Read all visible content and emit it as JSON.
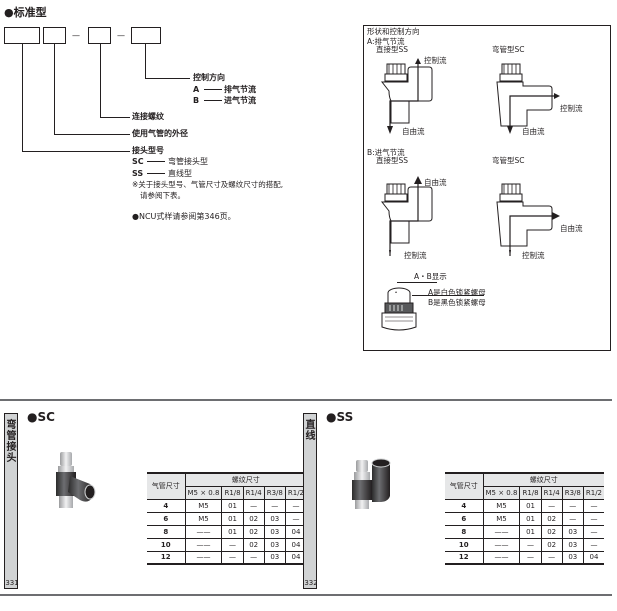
{
  "standard_type": {
    "title": "●标准型",
    "dash": "—",
    "control_direction": {
      "label": "控制方向",
      "options": [
        {
          "code": "A",
          "desc": "排气节流"
        },
        {
          "code": "B",
          "desc": "进气节流"
        }
      ]
    },
    "thread_label": "连接螺纹",
    "tube_od_label": "使用气管的外径",
    "fitting_type": {
      "label": "接头型号",
      "options": [
        {
          "code": "SC",
          "desc": "弯管接头型"
        },
        {
          "code": "SS",
          "desc": "直线型"
        }
      ],
      "note_line1": "※关于接头型号、气管尺寸及螺纹尺寸的搭配,",
      "note_line2": "请参阅下表。"
    },
    "ncu_note": "●NCU式样请参阅第346页。"
  },
  "shape_panel": {
    "title": "形状和控制方向",
    "section_a": {
      "label": "A:排气节流",
      "ss_label": "直接型SS",
      "sc_label": "弯管型SC",
      "ss_top_flow": "控制流",
      "ss_bottom_flow": "自由流",
      "sc_side_flow": "控制流",
      "sc_bottom_flow": "自由流"
    },
    "section_b": {
      "label": "B:进气节流",
      "ss_label": "直接型SS",
      "sc_label": "弯管型SC",
      "ss_top_flow": "自由流",
      "ss_bottom_flow": "控制流",
      "sc_side_flow": "自由流",
      "sc_bottom_flow": "控制流"
    },
    "nut": {
      "display_label": "A・B显示",
      "line1": "A是白色锁紧螺母",
      "line2": "B是黑色锁紧螺母",
      "cap_mark": "A"
    }
  },
  "sections": [
    {
      "tab_label": "弯管接头",
      "page": "331",
      "heading": "●SC",
      "table": {
        "corner_header": "气管尺寸",
        "group_header": "螺纹尺寸",
        "columns": [
          "M5 × 0.8",
          "R1/8",
          "R1/4",
          "R3/8",
          "R1/2"
        ],
        "rows": [
          {
            "size": "4",
            "cells": [
              "M5",
              "01",
              "—",
              "—",
              "—"
            ]
          },
          {
            "size": "6",
            "cells": [
              "M5",
              "01",
              "02",
              "03",
              "—"
            ]
          },
          {
            "size": "8",
            "cells": [
              "——",
              "01",
              "02",
              "03",
              "04"
            ]
          },
          {
            "size": "10",
            "cells": [
              "——",
              "—",
              "02",
              "03",
              "04"
            ]
          },
          {
            "size": "12",
            "cells": [
              "——",
              "—",
              "—",
              "03",
              "04"
            ]
          }
        ]
      }
    },
    {
      "tab_label": "直线",
      "page": "332",
      "heading": "●SS",
      "table": {
        "corner_header": "气管尺寸",
        "group_header": "螺纹尺寸",
        "columns": [
          "M5 × 0.8",
          "R1/8",
          "R1/4",
          "R3/8",
          "R1/2"
        ],
        "rows": [
          {
            "size": "4",
            "cells": [
              "M5",
              "01",
              "—",
              "—",
              "—"
            ]
          },
          {
            "size": "6",
            "cells": [
              "M5",
              "01",
              "02",
              "—",
              "—"
            ]
          },
          {
            "size": "8",
            "cells": [
              "——",
              "01",
              "02",
              "03",
              "—"
            ]
          },
          {
            "size": "10",
            "cells": [
              "——",
              "—",
              "02",
              "03",
              "—"
            ]
          },
          {
            "size": "12",
            "cells": [
              "——",
              "—",
              "—",
              "03",
              "04"
            ]
          }
        ]
      }
    }
  ]
}
